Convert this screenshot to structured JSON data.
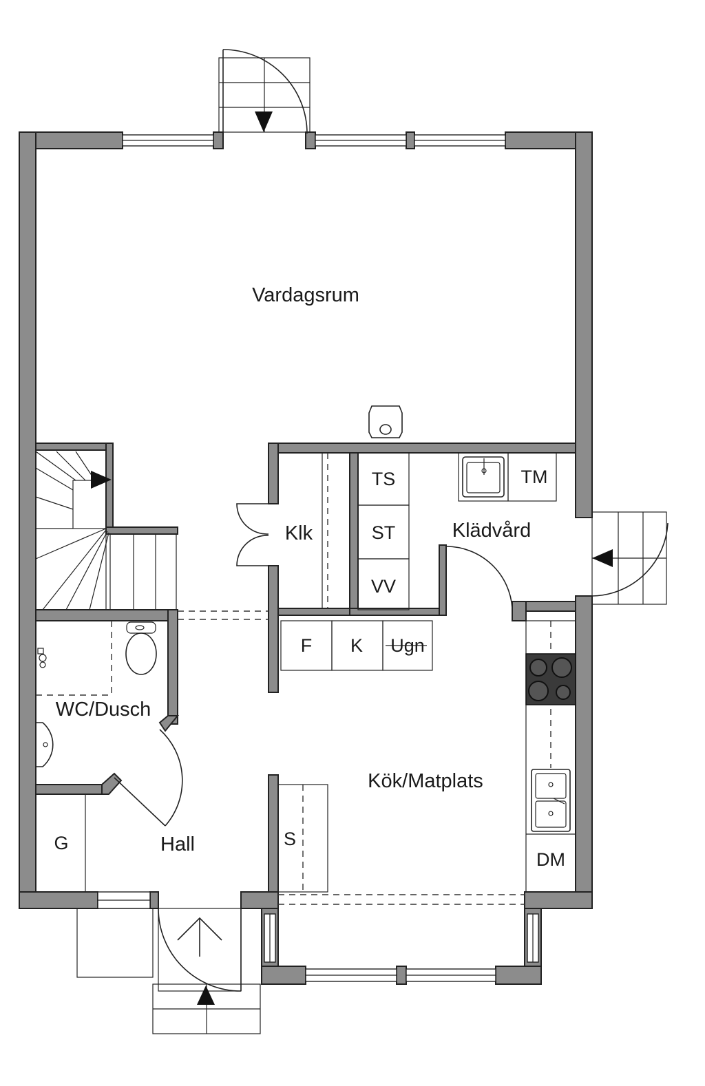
{
  "rooms": {
    "vardagsrum": "Vardagsrum",
    "klk": "Klk",
    "kladvard": "Klädvård",
    "wc_dusch": "WC/Dusch",
    "kok_matplats": "Kök/Matplats",
    "hall": "Hall"
  },
  "fixtures": {
    "ts": "TS",
    "st": "ST",
    "vv": "VV",
    "tm": "TM",
    "f": "F",
    "k": "K",
    "ugn": "Ugn",
    "s": "S",
    "g": "G",
    "dm": "DM"
  },
  "colors": {
    "wall": "#8c8c8c",
    "line": "#222222",
    "stove": "#3a3a3a"
  }
}
